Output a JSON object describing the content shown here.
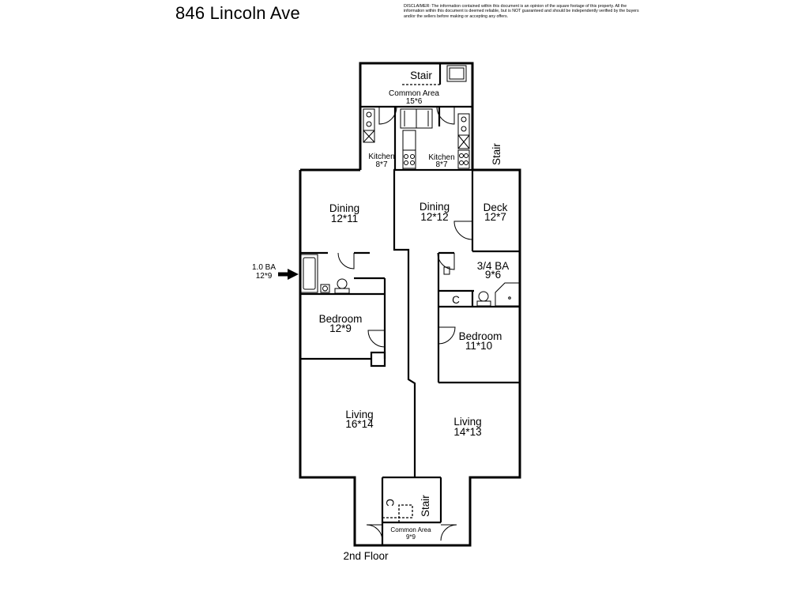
{
  "title": "846 Lincoln Ave",
  "disclaimer": "DISCLAIMER: The information contained within this document is an opinion of the square footage of this property. All the information within this document is deemed reliable, but is NOT guaranteed and should be independently verified by the buyers and/or the sellers before making or accepting any offers.",
  "floor_label": "2nd Floor",
  "rooms": {
    "stair_top": {
      "name": "Stair"
    },
    "common_top": {
      "name": "Common Area",
      "size": "15*6"
    },
    "kitchen_left": {
      "name": "Kitchen",
      "size": "8*7"
    },
    "kitchen_right": {
      "name": "Kitchen",
      "size": "8*7"
    },
    "stair_side": {
      "name": "Stair"
    },
    "dining_left": {
      "name": "Dining",
      "size": "12*11"
    },
    "dining_right": {
      "name": "Dining",
      "size": "12*12"
    },
    "deck": {
      "name": "Deck",
      "size": "12*7"
    },
    "bath_left": {
      "name": "1.0 BA",
      "size": "12*9"
    },
    "bath_right": {
      "name": "3/4 BA",
      "size": "9*6"
    },
    "closet_right": {
      "name": "C"
    },
    "bedroom_left": {
      "name": "Bedroom",
      "size": "12*9"
    },
    "bedroom_right": {
      "name": "Bedroom",
      "size": "11*10"
    },
    "living_left": {
      "name": "Living",
      "size": "16*14"
    },
    "living_right": {
      "name": "Living",
      "size": "14*13"
    },
    "closet_bottom": {
      "name": "C"
    },
    "stair_bottom": {
      "name": "Stair"
    },
    "common_bottom": {
      "name": "Common Area",
      "size": "9*9"
    }
  }
}
